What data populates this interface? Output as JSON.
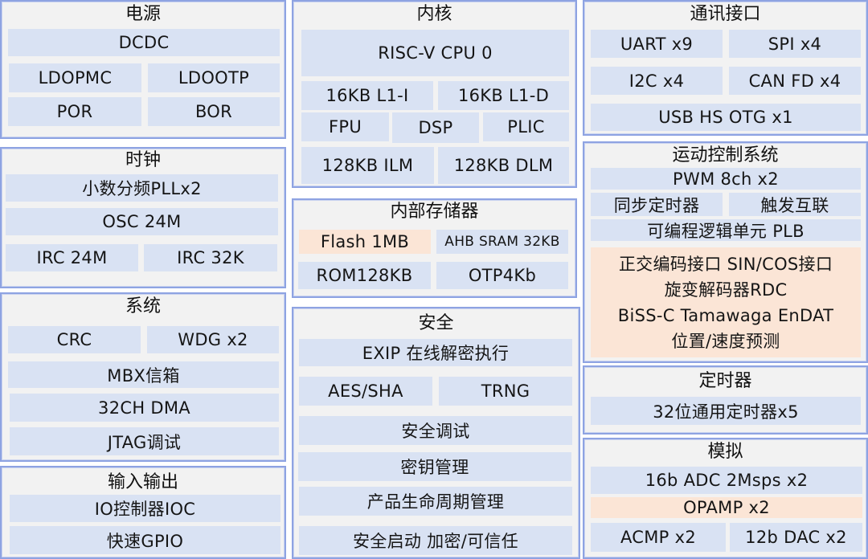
{
  "colors": {
    "panel_bg": "#f2f2f2",
    "panel_border": "#8ea3e2",
    "cell_bg": "#d9e2f3",
    "cell_highlight": "#fbe5d6"
  },
  "power": {
    "title": "电源",
    "items": [
      "DCDC",
      "LDOPMC",
      "LDOOTP",
      "POR",
      "BOR"
    ]
  },
  "clock": {
    "title": "时钟",
    "items": [
      "小数分频PLLx2",
      "OSC 24M",
      "IRC 24M",
      "IRC 32K"
    ]
  },
  "system": {
    "title": "系统",
    "items": [
      "CRC",
      "WDG x2",
      "MBX信箱",
      "32CH DMA",
      "JTAG调试"
    ]
  },
  "io": {
    "title": "输入输出",
    "items": [
      "IO控制器IOC",
      "快速GPIO"
    ]
  },
  "core": {
    "title": "内核",
    "items": [
      "RISC-V CPU 0",
      "16KB L1-I",
      "16KB L1-D",
      "FPU",
      "DSP",
      "PLIC",
      "128KB ILM",
      "128KB DLM"
    ]
  },
  "memory": {
    "title": "内部存储器",
    "items": [
      "Flash 1MB",
      "AHB SRAM 32KB",
      "ROM128KB",
      "OTP4Kb"
    ]
  },
  "security": {
    "title": "安全",
    "items": [
      "EXIP 在线解密执行",
      "AES/SHA",
      "TRNG",
      "安全调试",
      "密钥管理",
      "产品生命周期管理",
      "安全启动 加密/可信任"
    ]
  },
  "comm": {
    "title": "通讯接口",
    "items": [
      "UART x9",
      "SPI x4",
      "I2C x4",
      "CAN FD x4",
      "USB HS OTG x1"
    ]
  },
  "motion": {
    "title": "运动控制系统",
    "items": [
      "PWM 8ch x2",
      "同步定时器",
      "触发互联",
      "可编程逻辑单元 PLB"
    ],
    "highlight_lines": [
      "正交编码接口 SIN/COS接口",
      "旋变解码器RDC",
      "BiSS-C Tamawaga EnDAT",
      "位置/速度预测"
    ]
  },
  "timer": {
    "title": "定时器",
    "items": [
      "32位通用定时器x5"
    ]
  },
  "analog": {
    "title": "模拟",
    "items": [
      "16b ADC 2Msps x2",
      "OPAMP x2",
      "ACMP x2",
      "12b DAC x2"
    ]
  }
}
